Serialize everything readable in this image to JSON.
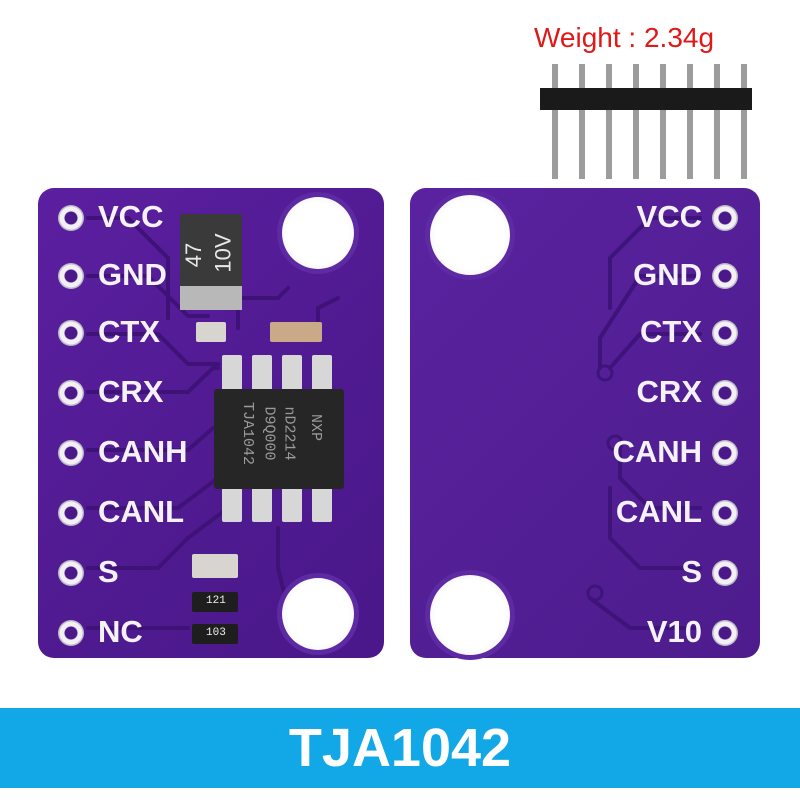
{
  "weight_text": "Weight : 2.34g",
  "front_labels": [
    "VCC",
    "GND",
    "CTX",
    "CRX",
    "CANH",
    "CANL",
    "S",
    "NC"
  ],
  "back_labels": [
    "VCC",
    "GND",
    "CTX",
    "CRX",
    "CANH",
    "CANL",
    "S",
    "V10"
  ],
  "chip_markings": [
    "NXP",
    "nD2214",
    "D9Q000",
    "TJA1042"
  ],
  "capacitor_markings": [
    "47",
    "10V"
  ],
  "resistor_markings": [
    "121",
    "103"
  ],
  "product_name": "TJA1042",
  "colors": {
    "pcb": "#4f1a90",
    "banner": "#12a8e8",
    "weight_text": "#e01818"
  }
}
